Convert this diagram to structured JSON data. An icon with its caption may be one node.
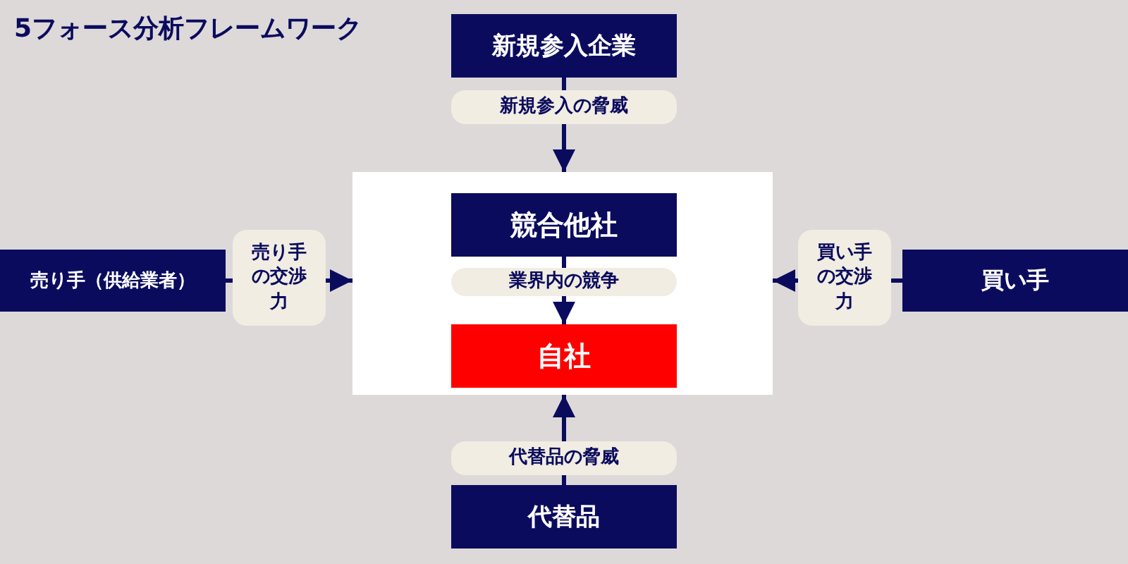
{
  "diagram": {
    "title": "5フォース分析フレームワーク",
    "nodes": [
      {
        "text": [
          "新規参入企業"
        ]
      },
      {
        "text": [],
        "shape": "box"
      },
      {
        "text": [
          "競合他社"
        ],
        "in": 1
      },
      {
        "text": [
          "自社"
        ],
        "in": 1
      },
      {
        "text": [
          "売り手（供給業者）"
        ]
      },
      {
        "text": [
          "買い手"
        ]
      },
      {
        "text": [
          "代替品"
        ]
      }
    ],
    "edges": [
      {
        "from": 0,
        "to": 1,
        "arrow": "to",
        "label": "新規参入の脅威"
      },
      {
        "from": 2,
        "to": 3,
        "arrow": "to",
        "label": "業界内の競争"
      },
      {
        "from": 4,
        "to": 1,
        "arrow": "to",
        "label": "売り手の交渉力"
      },
      {
        "from": 5,
        "to": 1,
        "arrow": "to",
        "label": "買い手の交渉力"
      },
      {
        "from": 6,
        "to": 1,
        "arrow": "to",
        "label": "代替品の脅威"
      }
    ]
  }
}
